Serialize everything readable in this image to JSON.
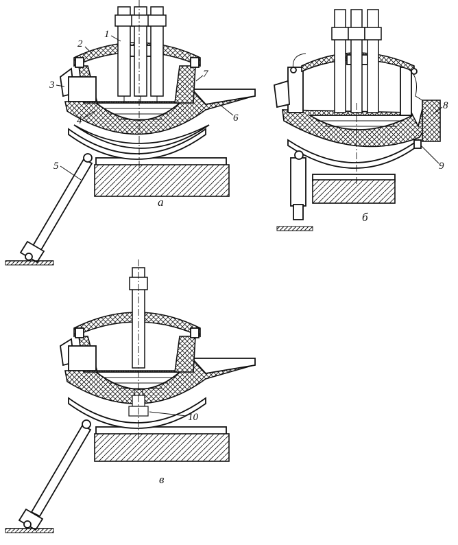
{
  "figure": {
    "panels": [
      {
        "id": "a",
        "caption": "а",
        "labels": [
          "1",
          "2",
          "3",
          "4",
          "5",
          "6",
          "7"
        ]
      },
      {
        "id": "b",
        "caption": "б",
        "labels": [
          "8",
          "9"
        ]
      },
      {
        "id": "v",
        "caption": "в",
        "labels": [
          "10"
        ]
      }
    ]
  }
}
